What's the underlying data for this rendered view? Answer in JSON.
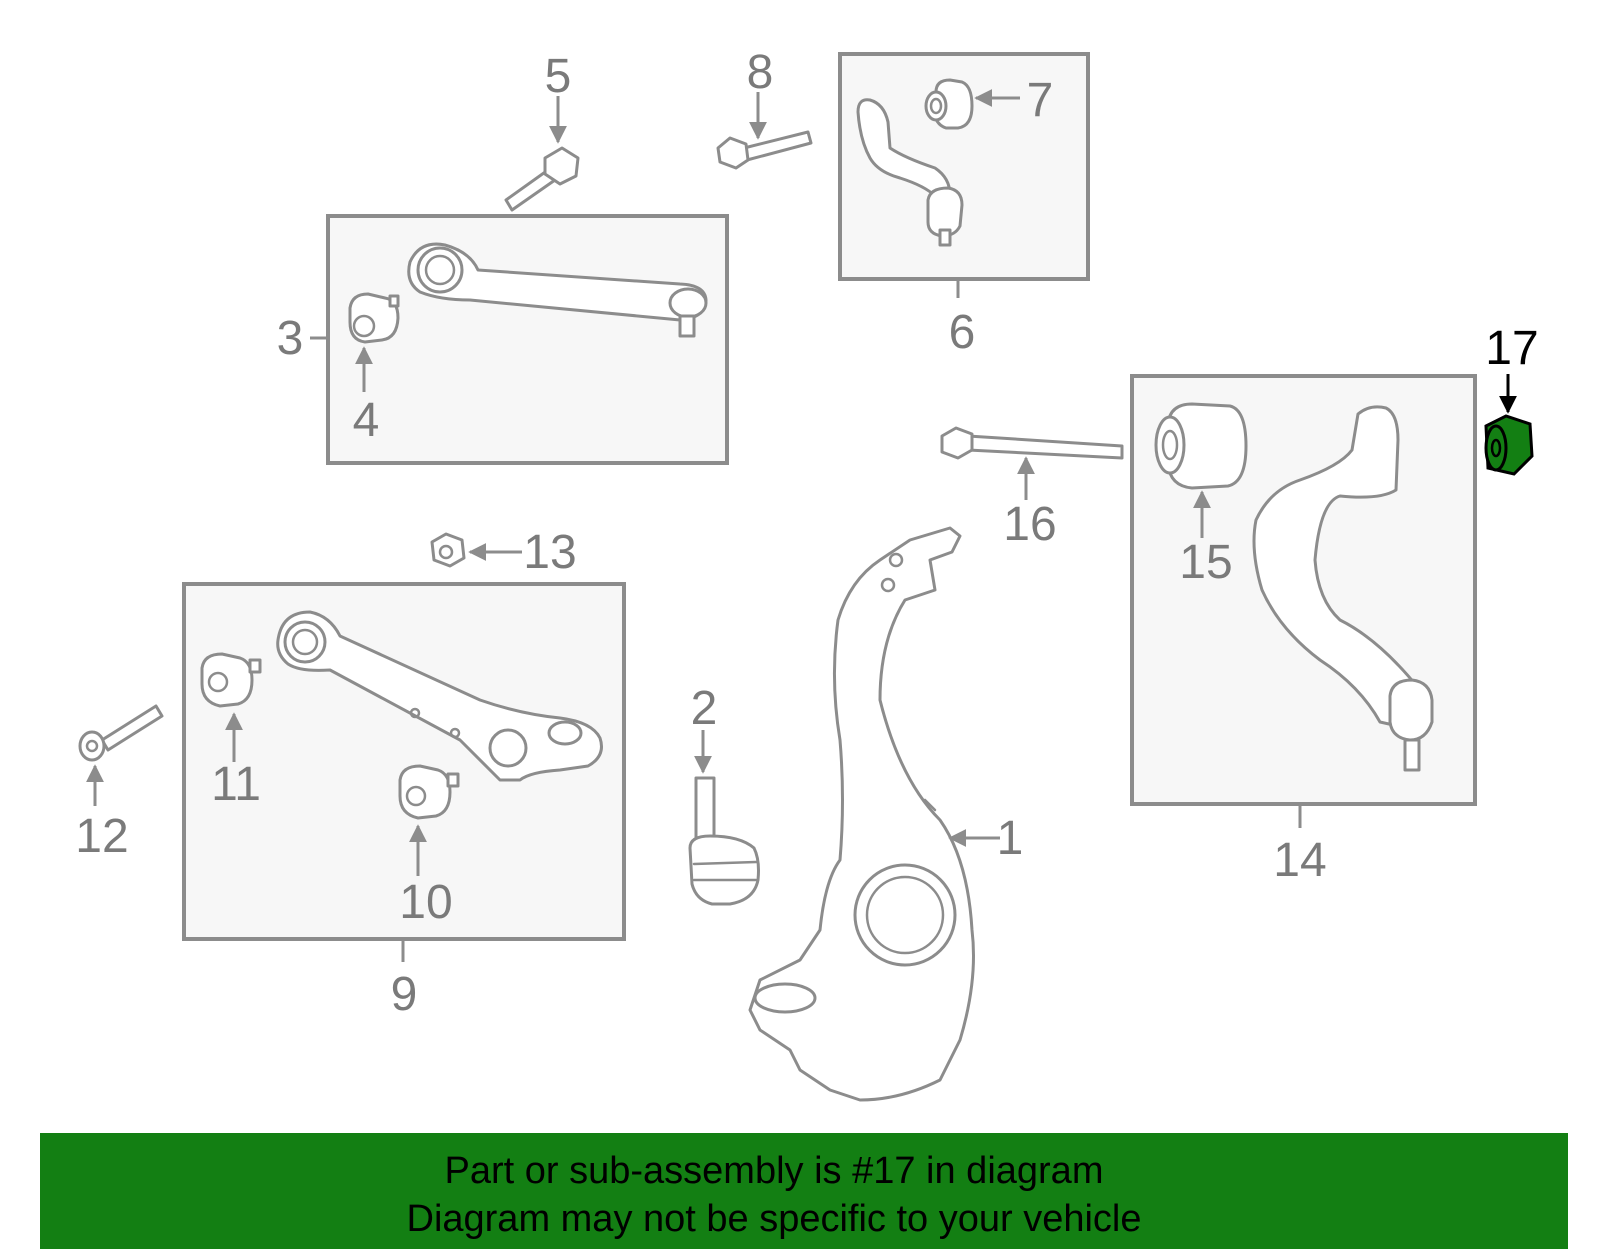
{
  "callouts": {
    "c1": "1",
    "c2": "2",
    "c3": "3",
    "c4": "4",
    "c5": "5",
    "c6": "6",
    "c7": "7",
    "c8": "8",
    "c9": "9",
    "c10": "10",
    "c11": "11",
    "c12": "12",
    "c13": "13",
    "c14": "14",
    "c15": "15",
    "c16": "16",
    "c17": "17"
  },
  "highlight": {
    "part_number": "17",
    "color": "#137f13"
  },
  "colors": {
    "line": "#8c8c8c",
    "label": "#7a7a7a",
    "box_fill": "#f7f7f7",
    "banner": "#137f13"
  },
  "banner": {
    "line1": "Part or sub-assembly is #17 in diagram",
    "line2": "Diagram may not be specific to your vehicle"
  }
}
